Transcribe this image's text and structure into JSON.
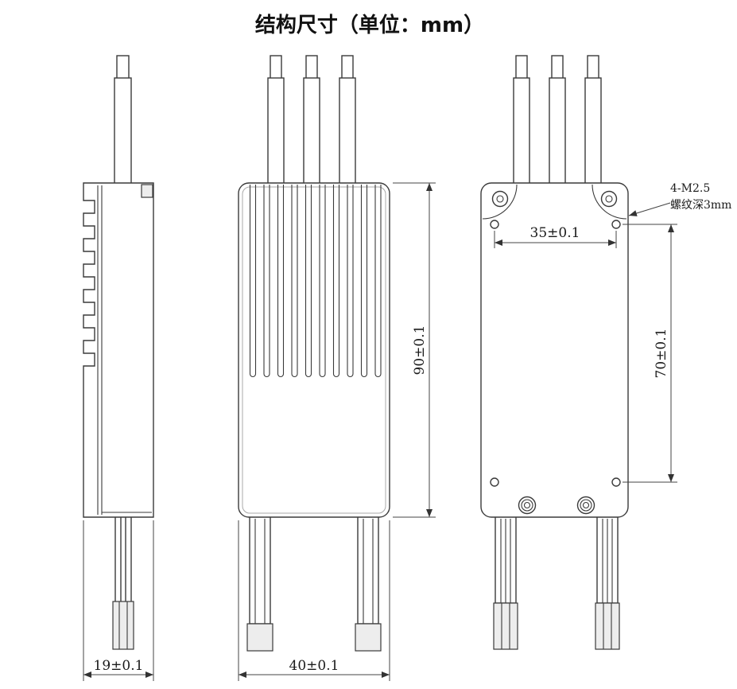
{
  "title": "结构尺寸（单位：mm）",
  "dimensions": {
    "side_width": "19±0.1",
    "front_width": "40±0.1",
    "body_height": "90±0.1",
    "mount_hole_spacing_width": "35±0.1",
    "mount_hole_spacing_height": "70±0.1"
  },
  "annotation": {
    "line1": "4-M2.5",
    "line2": "螺纹深3mm"
  },
  "colors": {
    "line": "#3a3a3a",
    "background": "#ffffff"
  }
}
